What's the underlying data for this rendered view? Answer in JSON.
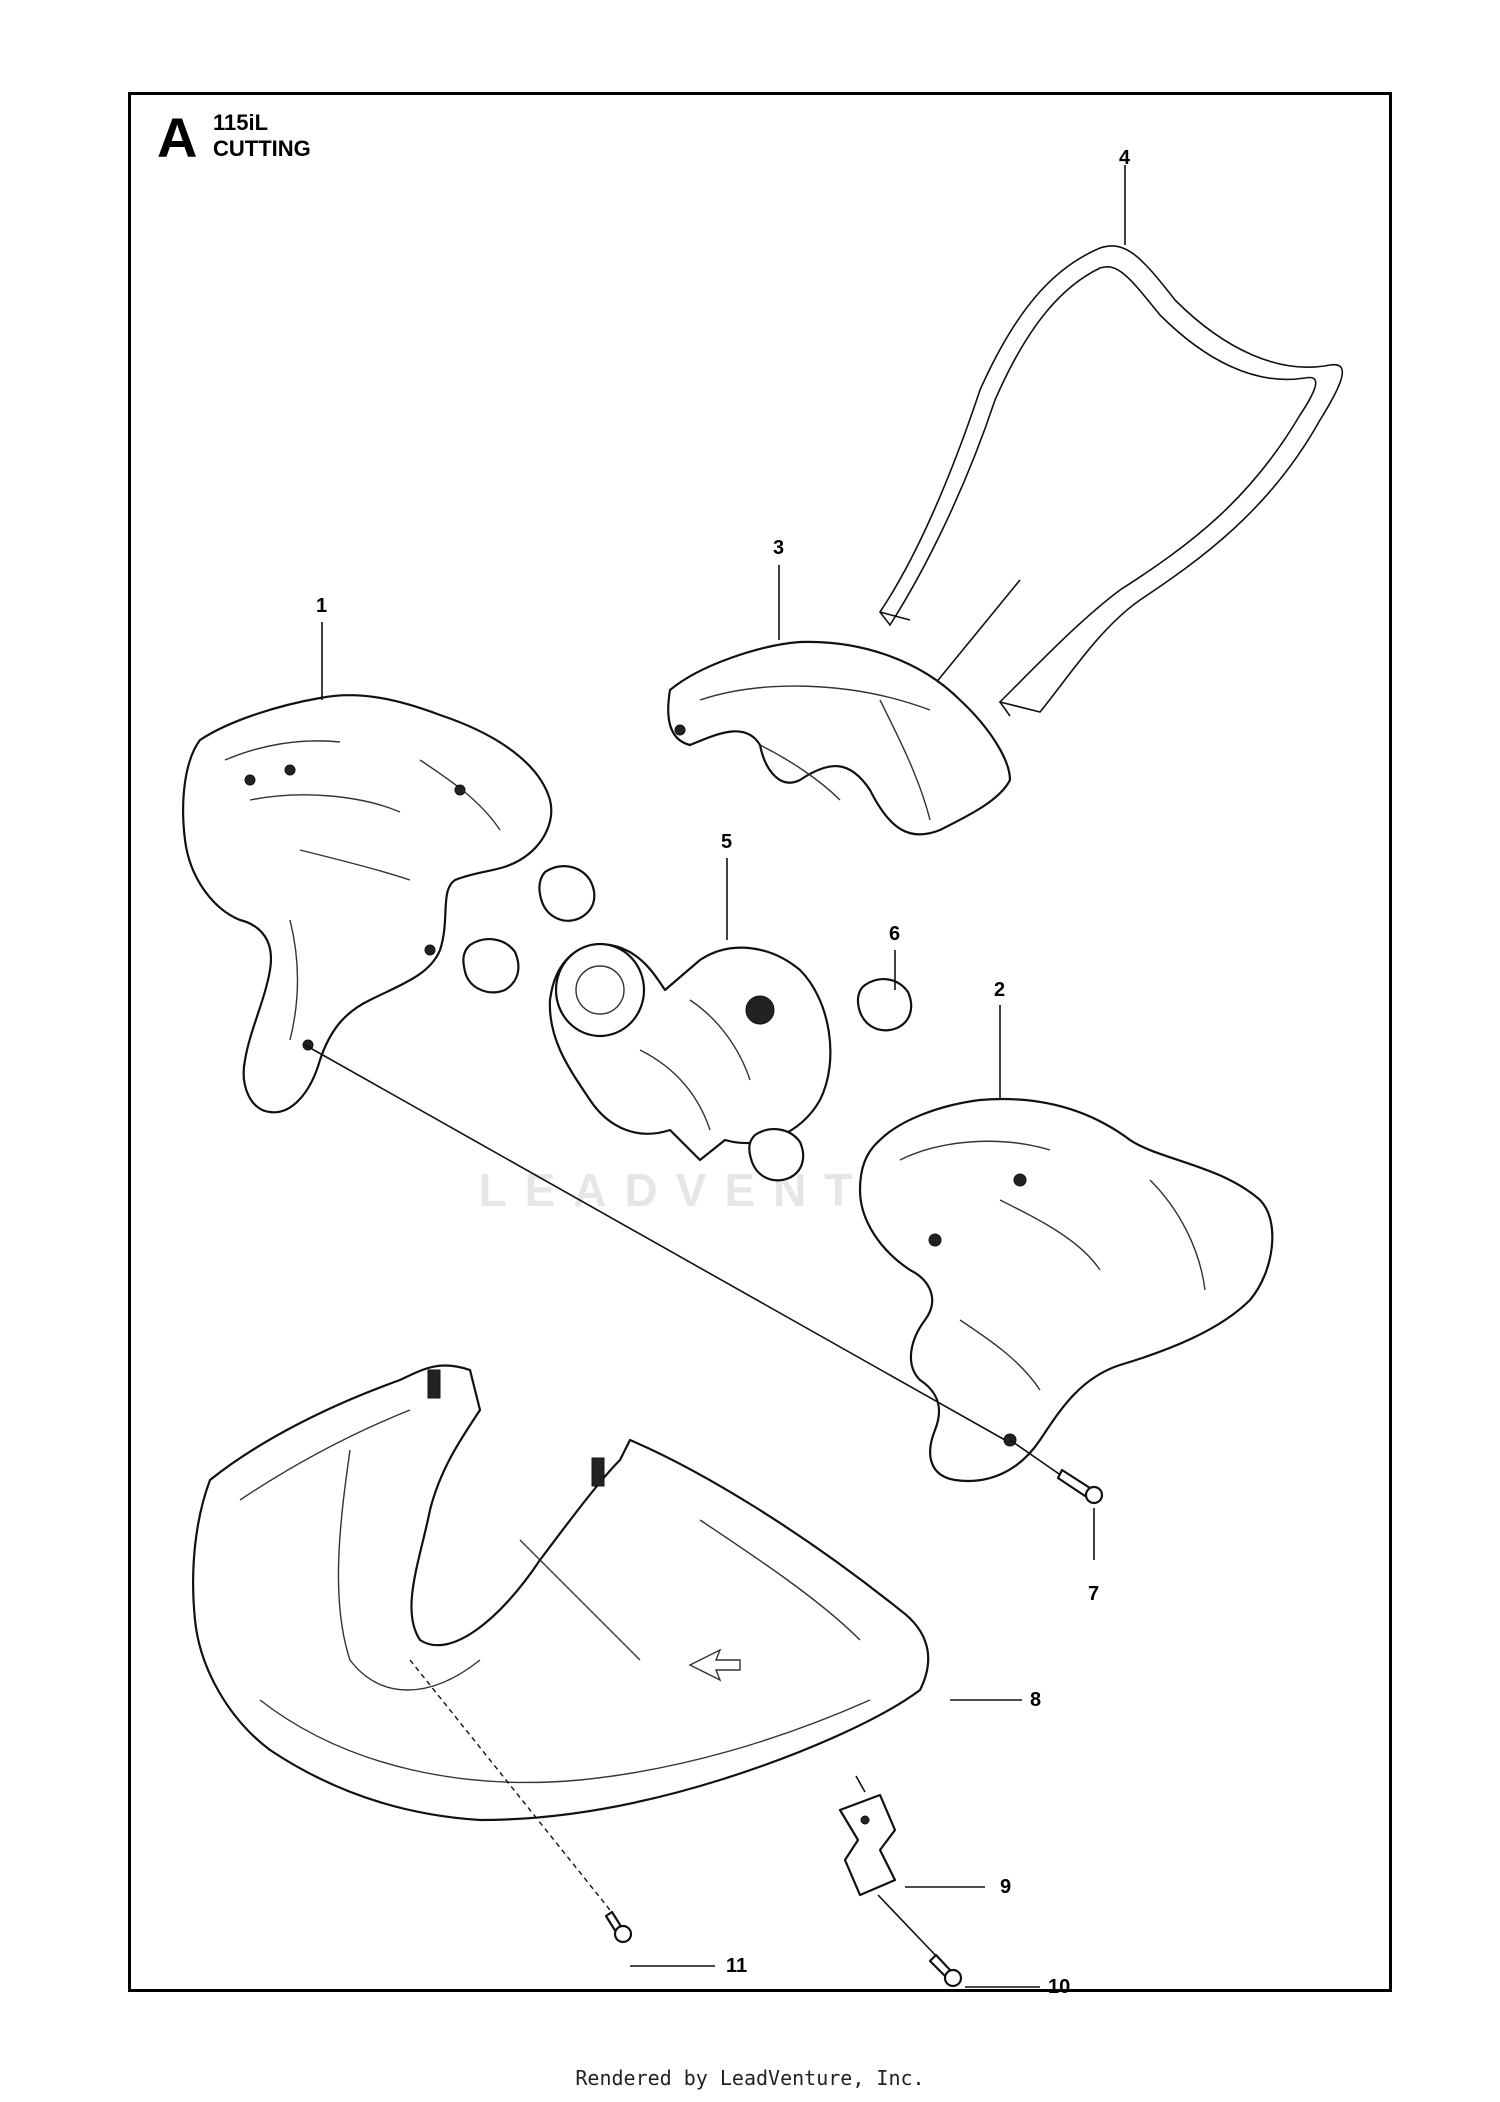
{
  "section": {
    "letter": "A",
    "model": "115iL",
    "name": "CUTTING"
  },
  "callouts": [
    {
      "id": "1",
      "label": "1"
    },
    {
      "id": "2",
      "label": "2"
    },
    {
      "id": "3",
      "label": "3"
    },
    {
      "id": "4",
      "label": "4"
    },
    {
      "id": "5",
      "label": "5"
    },
    {
      "id": "6",
      "label": "6"
    },
    {
      "id": "7",
      "label": "7"
    },
    {
      "id": "8",
      "label": "8"
    },
    {
      "id": "9",
      "label": "9"
    },
    {
      "id": "10",
      "label": "10"
    },
    {
      "id": "11",
      "label": "11"
    }
  ],
  "watermark": "LEADVENTURE",
  "footer": "Rendered by LeadVenture, Inc."
}
